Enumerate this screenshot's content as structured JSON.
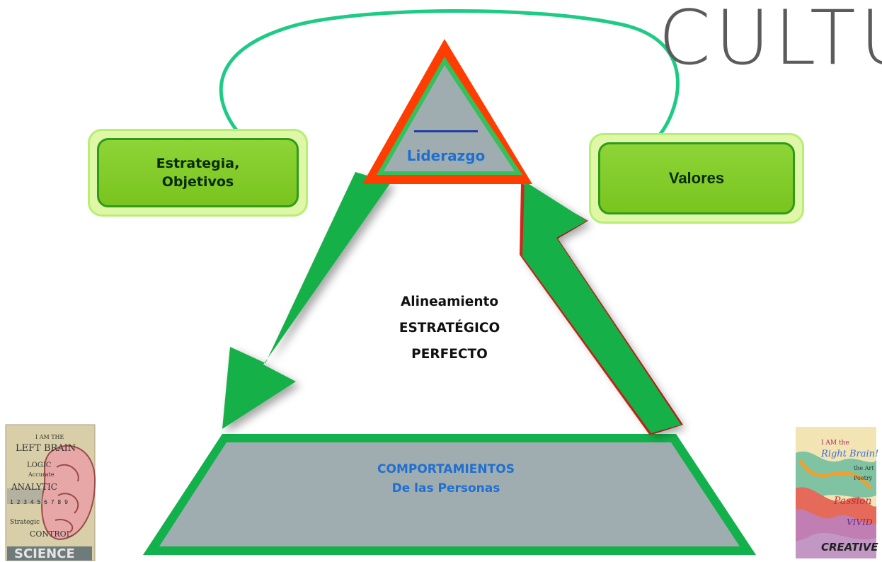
{
  "title": "CULTU",
  "boxes": {
    "left": "Estrategia,\nObjetivos",
    "right": "Valores"
  },
  "apex": {
    "label": "Liderazgo"
  },
  "center": {
    "line1": "Alineamiento",
    "line2": "ESTRATÉGICO",
    "line3": "PERFECTO"
  },
  "base": {
    "line1": "COMPORTAMIENTOS",
    "line2": "De las Personas"
  },
  "colors": {
    "accent_green": "#16b04a",
    "apex_border": "#ff3d00",
    "gray_fill": "#9fadb0",
    "box_green": "#7cc62b",
    "blue_text": "#1f6fd1",
    "connector": "#1ecb86"
  },
  "images": {
    "left": {
      "lines": [
        "I AM THE",
        "LEFT BRAIN",
        "LOGIC",
        "Accurate",
        "ANALYTIC",
        "1 2 3 4 5 6 7 8 9",
        "Strategic",
        "CONTROL",
        "SCIENCE"
      ]
    },
    "right": {
      "lines": [
        "I AM the",
        "Right Brain!",
        "the Art",
        "Poetry",
        "Passion",
        "VIVID",
        "CREATIVE"
      ]
    }
  }
}
